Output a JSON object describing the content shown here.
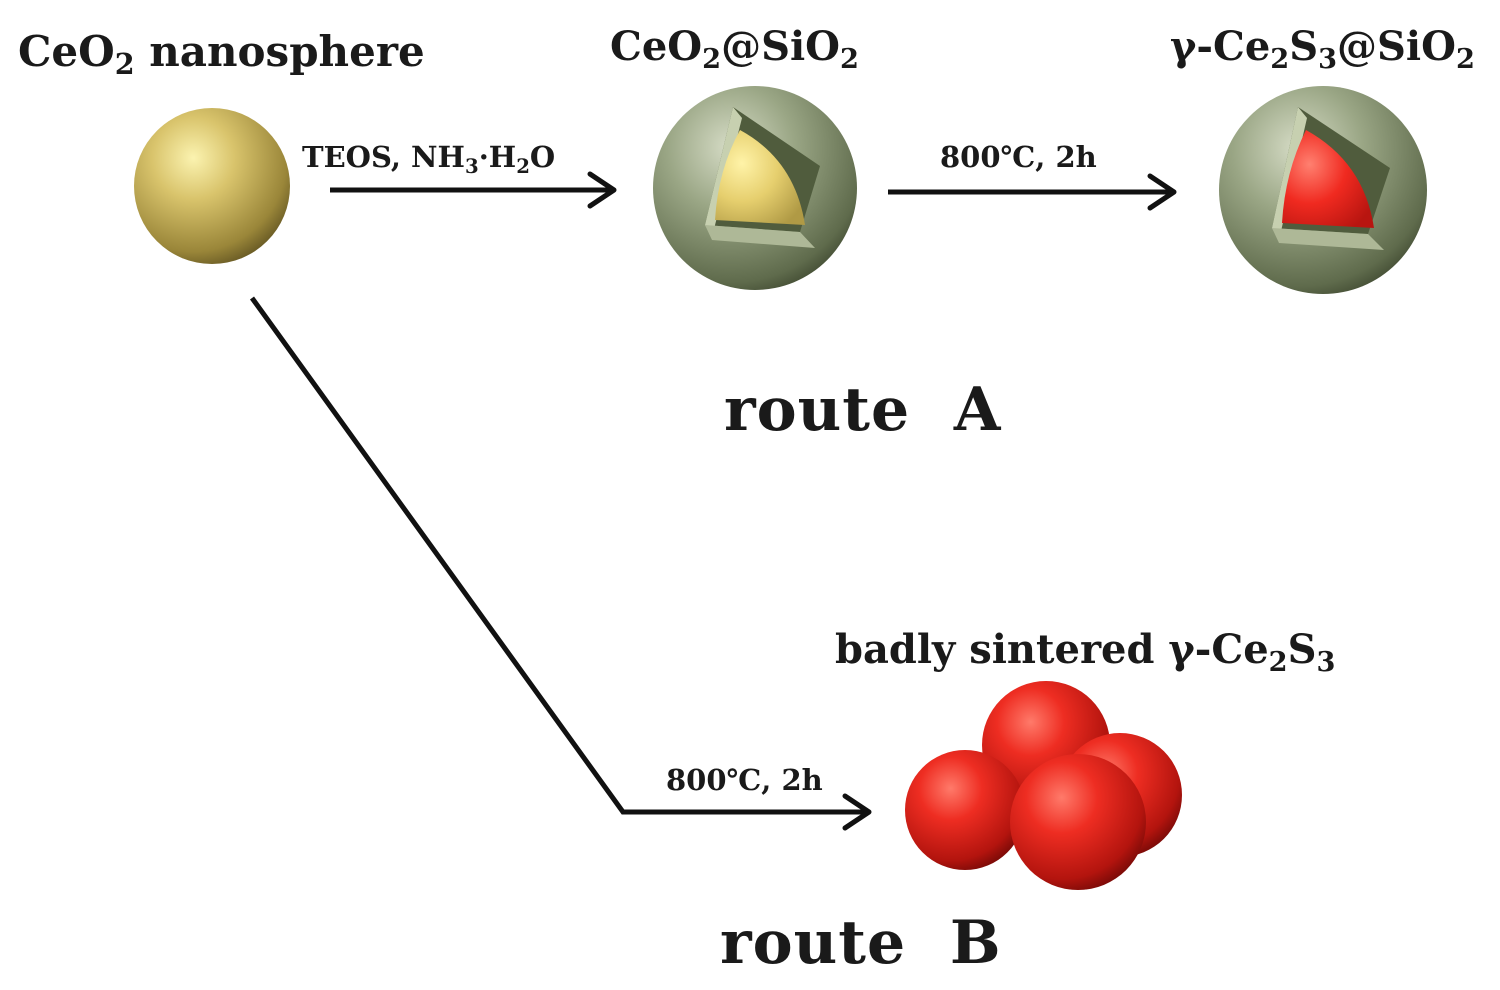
{
  "nodes": {
    "ceo2": {
      "pre": "CeO",
      "sub1": "2",
      "post": " nanosphere"
    },
    "ceo2_sio2": {
      "pre": "CeO",
      "sub1": "2",
      "mid": "@SiO",
      "sub2": "2"
    },
    "ce2s3_sio2": {
      "pre": "γ-Ce",
      "sub1": "2",
      "mid1": "S",
      "sub2": "3",
      "mid2": "@SiO",
      "sub3": "2"
    },
    "sintered": {
      "pre": "badly sintered γ-Ce",
      "sub1": "2",
      "mid": "S",
      "sub2": "3"
    }
  },
  "arrows": {
    "teos": {
      "pre": "TEOS, NH",
      "sub1": "3",
      "mid": "·H",
      "sub2": "2",
      "post": "O"
    },
    "heat_a": "800℃, 2h",
    "heat_b": "800℃, 2h"
  },
  "routes": {
    "a": "route  A",
    "b": "route  B"
  },
  "colors": {
    "ceo2_core": "#c9b45a",
    "silica_shell": "#8f9c78",
    "ce2s3": "#e52a22",
    "arrow": "#111111"
  }
}
